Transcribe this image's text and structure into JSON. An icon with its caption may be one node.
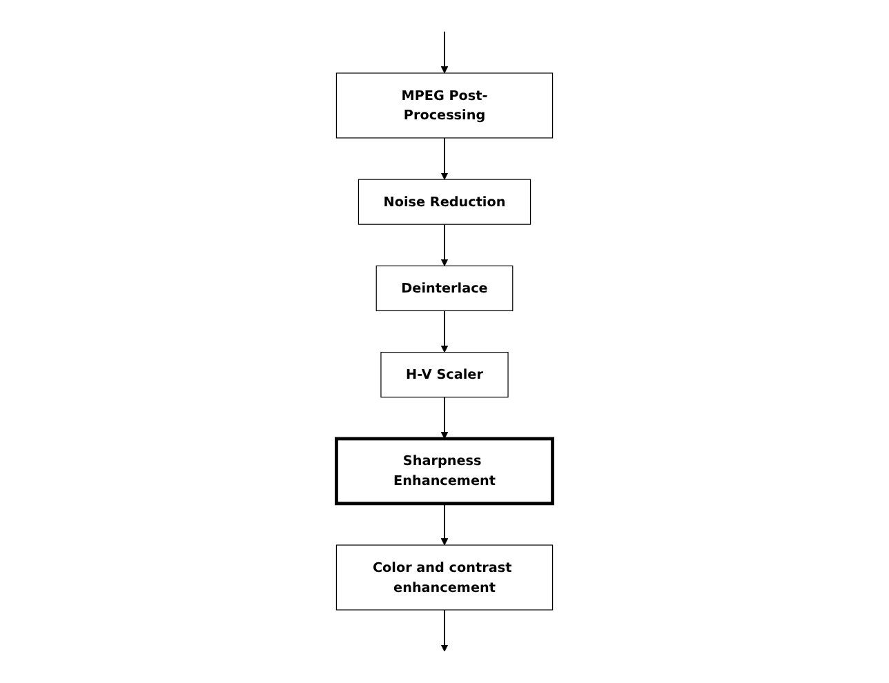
{
  "diagram": {
    "nodes": [
      {
        "text": [
          "MPEG Post-Processing"
        ]
      },
      {
        "text": [
          "Noise Reduction"
        ]
      },
      {
        "text": [
          "Deinterlace"
        ]
      },
      {
        "text": [
          "H-V Scaler"
        ]
      },
      {
        "text": [
          "Sharpness Enhancement"
        ]
      },
      {
        "text": [
          "Color and contrast enhancement"
        ]
      }
    ],
    "edges": [
      {
        "from": null,
        "to": 0,
        "arrow": "to"
      },
      {
        "from": 0,
        "to": 1,
        "arrow": "to"
      },
      {
        "from": 1,
        "to": 2,
        "arrow": "to"
      },
      {
        "from": 2,
        "to": 3,
        "arrow": "to"
      },
      {
        "from": 3,
        "to": 4,
        "arrow": "to"
      },
      {
        "from": 4,
        "to": 5,
        "arrow": "to"
      },
      {
        "from": 5,
        "to": null,
        "arrow": "to"
      }
    ]
  }
}
